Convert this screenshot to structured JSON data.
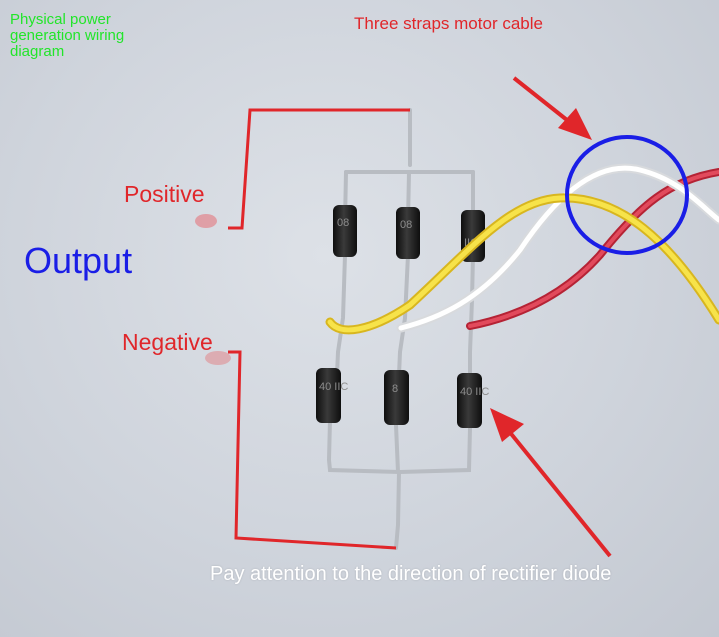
{
  "labels": {
    "title": "Physical power generation wiring diagram",
    "cable": "Three straps motor cable",
    "positive": "Positive",
    "output": "Output",
    "negative": "Negative",
    "diode_note": "Pay attention to the direction of rectifier diode"
  },
  "diode_markings": {
    "top_left": "08",
    "top_middle": "08",
    "top_right": "IIC",
    "bottom_left": "40 IIC",
    "bottom_middle": "8",
    "bottom_right": "40 IIC"
  },
  "colors": {
    "title_text": "#22e52a",
    "annotation_red": "#e0262a",
    "output_blue": "#1a1ee6",
    "note_text": "#ffffff",
    "yellow_wire": "#f2d930",
    "white_wire": "#ffffff",
    "red_wire": "#d9344a",
    "diode_body": "#1c1c1c",
    "background": "#d4d8df"
  }
}
